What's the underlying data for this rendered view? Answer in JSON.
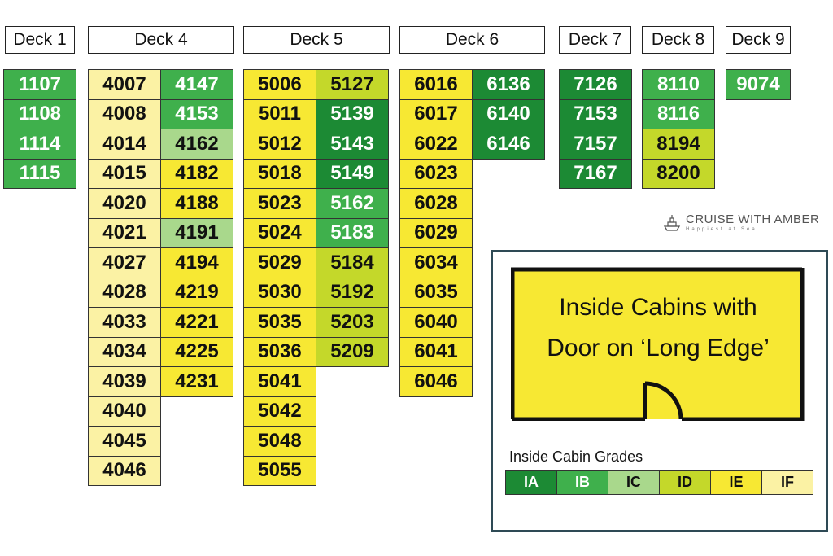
{
  "decks": [
    {
      "title": "Deck 1",
      "columns": [
        [
          [
            "1107",
            "IB"
          ],
          [
            "1108",
            "IB"
          ],
          [
            "1114",
            "IB"
          ],
          [
            "1115",
            "IB"
          ]
        ]
      ]
    },
    {
      "title": "Deck 4",
      "columns": [
        [
          [
            "4007",
            "IF"
          ],
          [
            "4008",
            "IF"
          ],
          [
            "4014",
            "IF"
          ],
          [
            "4015",
            "IF"
          ],
          [
            "4020",
            "IF"
          ],
          [
            "4021",
            "IF"
          ],
          [
            "4027",
            "IF"
          ],
          [
            "4028",
            "IF"
          ],
          [
            "4033",
            "IF"
          ],
          [
            "4034",
            "IF"
          ],
          [
            "4039",
            "IF"
          ],
          [
            "4040",
            "IF"
          ],
          [
            "4045",
            "IF"
          ],
          [
            "4046",
            "IF"
          ]
        ],
        [
          [
            "4147",
            "IB"
          ],
          [
            "4153",
            "IB"
          ],
          [
            "4162",
            "IC"
          ],
          [
            "4182",
            "IE"
          ],
          [
            "4188",
            "IE"
          ],
          [
            "4191",
            "IC"
          ],
          [
            "4194",
            "IE"
          ],
          [
            "4219",
            "IE"
          ],
          [
            "4221",
            "IE"
          ],
          [
            "4225",
            "IE"
          ],
          [
            "4231",
            "IE"
          ]
        ]
      ]
    },
    {
      "title": "Deck 5",
      "columns": [
        [
          [
            "5006",
            "IE"
          ],
          [
            "5011",
            "IE"
          ],
          [
            "5012",
            "IE"
          ],
          [
            "5018",
            "IE"
          ],
          [
            "5023",
            "IE"
          ],
          [
            "5024",
            "IE"
          ],
          [
            "5029",
            "IE"
          ],
          [
            "5030",
            "IE"
          ],
          [
            "5035",
            "IE"
          ],
          [
            "5036",
            "IE"
          ],
          [
            "5041",
            "IE"
          ],
          [
            "5042",
            "IE"
          ],
          [
            "5048",
            "IE"
          ],
          [
            "5055",
            "IE"
          ]
        ],
        [
          [
            "5127",
            "ID"
          ],
          [
            "5139",
            "IA"
          ],
          [
            "5143",
            "IA"
          ],
          [
            "5149",
            "IA"
          ],
          [
            "5162",
            "IB"
          ],
          [
            "5183",
            "IB"
          ],
          [
            "5184",
            "ID"
          ],
          [
            "5192",
            "ID"
          ],
          [
            "5203",
            "ID"
          ],
          [
            "5209",
            "ID"
          ]
        ]
      ]
    },
    {
      "title": "Deck 6",
      "columns": [
        [
          [
            "6016",
            "IE"
          ],
          [
            "6017",
            "IE"
          ],
          [
            "6022",
            "IE"
          ],
          [
            "6023",
            "IE"
          ],
          [
            "6028",
            "IE"
          ],
          [
            "6029",
            "IE"
          ],
          [
            "6034",
            "IE"
          ],
          [
            "6035",
            "IE"
          ],
          [
            "6040",
            "IE"
          ],
          [
            "6041",
            "IE"
          ],
          [
            "6046",
            "IE"
          ]
        ],
        [
          [
            "6136",
            "IA"
          ],
          [
            "6140",
            "IA"
          ],
          [
            "6146",
            "IA"
          ]
        ]
      ]
    },
    {
      "title": "Deck 7",
      "columns": [
        [
          [
            "7126",
            "IA"
          ],
          [
            "7153",
            "IA"
          ],
          [
            "7157",
            "IA"
          ],
          [
            "7167",
            "IA"
          ]
        ]
      ]
    },
    {
      "title": "Deck 8",
      "columns": [
        [
          [
            "8110",
            "IB"
          ],
          [
            "8116",
            "IB"
          ],
          [
            "8194",
            "ID"
          ],
          [
            "8200",
            "ID"
          ]
        ]
      ]
    },
    {
      "title": "Deck 9",
      "columns": [
        [
          [
            "9074",
            "IB"
          ]
        ]
      ]
    }
  ],
  "legend": {
    "door_line1": "Inside Cabins with",
    "door_line2": "Door on ‘Long Edge’",
    "grades_title": "Inside Cabin Grades",
    "grades": [
      "IA",
      "IB",
      "IC",
      "ID",
      "IE",
      "IF"
    ]
  },
  "brand": {
    "name": "CRUISE WITH AMBER",
    "tagline": "Happiest at Sea"
  },
  "colors": {
    "IA": "#1c8a34",
    "IB": "#3fb04c",
    "IC": "#a9d88c",
    "ID": "#c4d82a",
    "IE": "#f7e833",
    "IF": "#fbf2a4"
  }
}
